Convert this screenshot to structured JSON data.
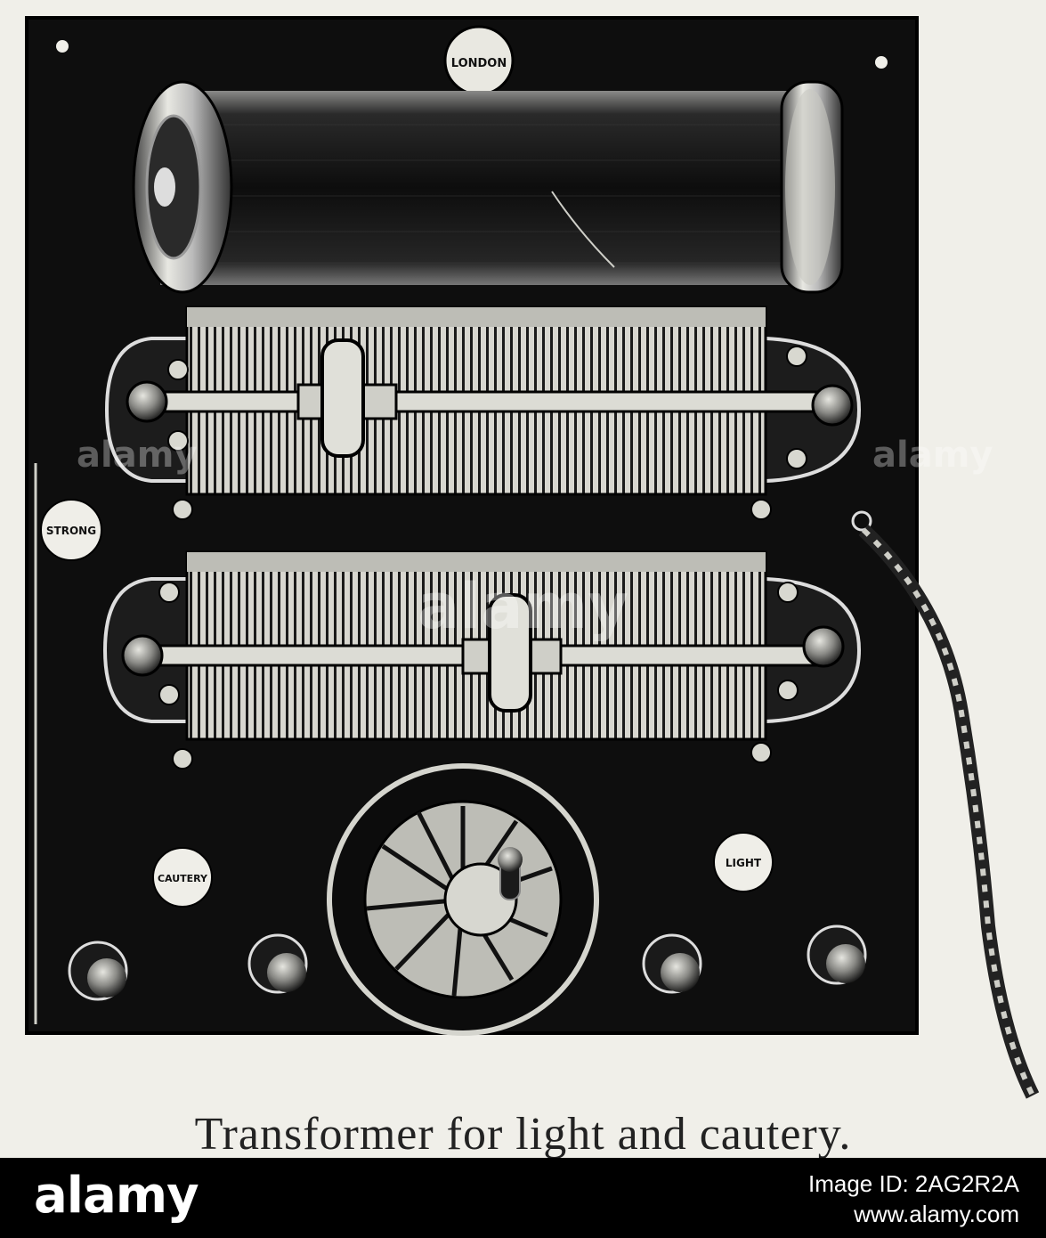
{
  "illustration": {
    "caption": "Transformer for light and cautery.",
    "maker_badge": "LONDON",
    "labels": {
      "strong": "STRONG",
      "cautery": "CAUTERY",
      "light": "LIGHT"
    }
  },
  "watermarks": {
    "center": "alamy",
    "side": "alamy"
  },
  "stock_bar": {
    "logo": "alamy",
    "image_id": "Image ID: 2AG2R2A",
    "url": "www.alamy.com"
  },
  "colors": {
    "paper": "#f0efe9",
    "panel": "#0e0e0e",
    "stock_bar": "#000000"
  }
}
